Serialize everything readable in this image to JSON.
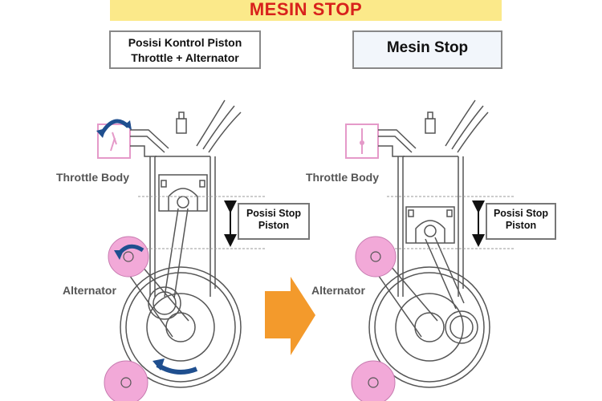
{
  "header": {
    "title": "MESIN STOP"
  },
  "panels": {
    "left": {
      "caption": "Posisi Kontrol Piston\nThrottle + Alternator",
      "caption_line1": "Posisi Kontrol Piston",
      "caption_line2": "Throttle + Alternator",
      "throttle_label": "Throttle Body",
      "alternator_label": "Alternator",
      "stop_position_line1": "Posisi Stop",
      "stop_position_line2": "Piston"
    },
    "right": {
      "caption": "Mesin Stop",
      "throttle_label": "Throttle Body",
      "alternator_label": "Alternator",
      "stop_position_line1": "Posisi Stop",
      "stop_position_line2": "Piston"
    }
  },
  "colors": {
    "banner": "#fbe98a",
    "title": "#d8211c",
    "arrow": "#f39a2c",
    "pulley": "#f2a9d8",
    "rotation_arrow": "#1f4f8f"
  },
  "icons": {
    "transition": "right-arrow",
    "rotation": "curved-arrow"
  }
}
